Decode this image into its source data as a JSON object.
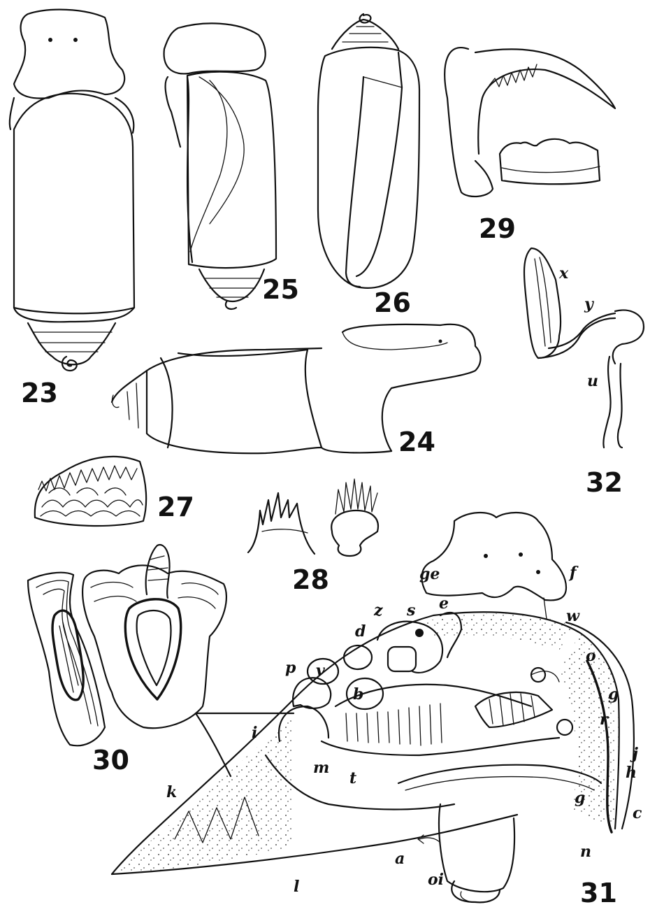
{
  "figures": {
    "f23": "23",
    "f24": "24",
    "f25": "25",
    "f26": "26",
    "f27": "27",
    "f28": "28",
    "f29": "29",
    "f30": "30",
    "f31": "31",
    "f32": "32"
  },
  "labels31": {
    "ge": "ge",
    "f": "f",
    "w": "w",
    "o": "o",
    "g_upper": "g",
    "r": "r",
    "j": "j",
    "h": "h",
    "c": "c",
    "g_lower": "g",
    "n": "n",
    "oi": "oi",
    "a": "a",
    "l": "l",
    "k": "k",
    "i": "i",
    "m": "m",
    "t": "t",
    "p": "p",
    "v": "v",
    "b": "b",
    "d": "d",
    "z": "z",
    "s": "s",
    "e": "e"
  },
  "labels32": {
    "x": "x",
    "y": "y",
    "u": "u"
  }
}
